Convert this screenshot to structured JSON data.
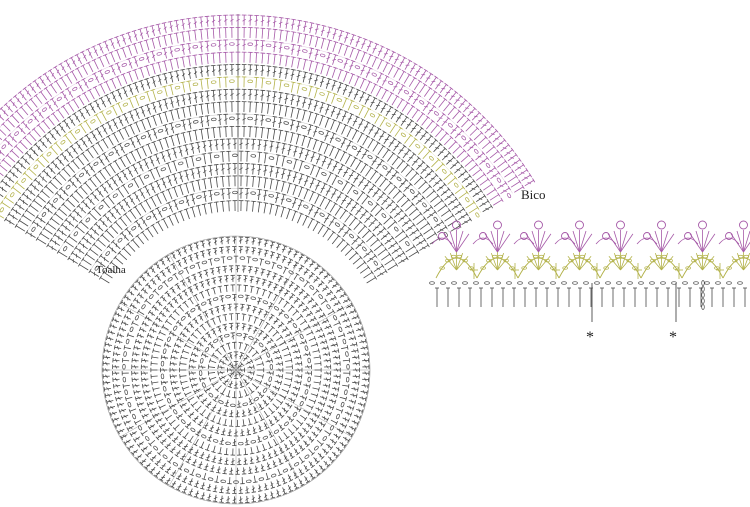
{
  "labels": {
    "towel": "Toalha",
    "edging": "Bico",
    "marker": "*"
  },
  "colors": {
    "background": "#ffffff",
    "base_stitches": "#4a4a4a",
    "accent_purple": "#a65aa8",
    "accent_olive": "#b3b24a"
  },
  "diagram": {
    "circle_rounds": 14,
    "fan_rows_gray": 9,
    "fan_rows_olive": 3,
    "fan_rows_purple": 4,
    "edging_rows": [
      "base",
      "olive-arches",
      "purple-picots"
    ]
  }
}
